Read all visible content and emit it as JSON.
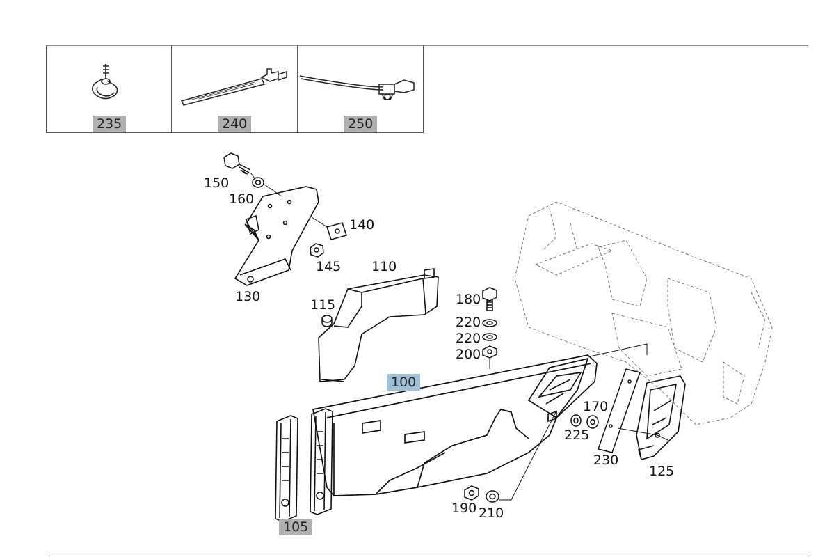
{
  "thumbnails": [
    {
      "part": "235",
      "icon": "hose-clamp-icon"
    },
    {
      "part": "240",
      "icon": "cable-tie-icon"
    },
    {
      "part": "250",
      "icon": "cable-tie-clip-icon"
    }
  ],
  "callouts": {
    "p100": "100",
    "p105": "105",
    "p110": "110",
    "p115": "115",
    "p125": "125",
    "p130": "130",
    "p140": "140",
    "p145": "145",
    "p150": "150",
    "p160": "160",
    "p170": "170",
    "p180": "180",
    "p190": "190",
    "p200": "200",
    "p210": "210",
    "p220a": "220",
    "p220b": "220",
    "p225": "225",
    "p230": "230"
  },
  "colors": {
    "highlight_gray": "#b0b0b0",
    "highlight_blue": "#9fc0d9"
  }
}
